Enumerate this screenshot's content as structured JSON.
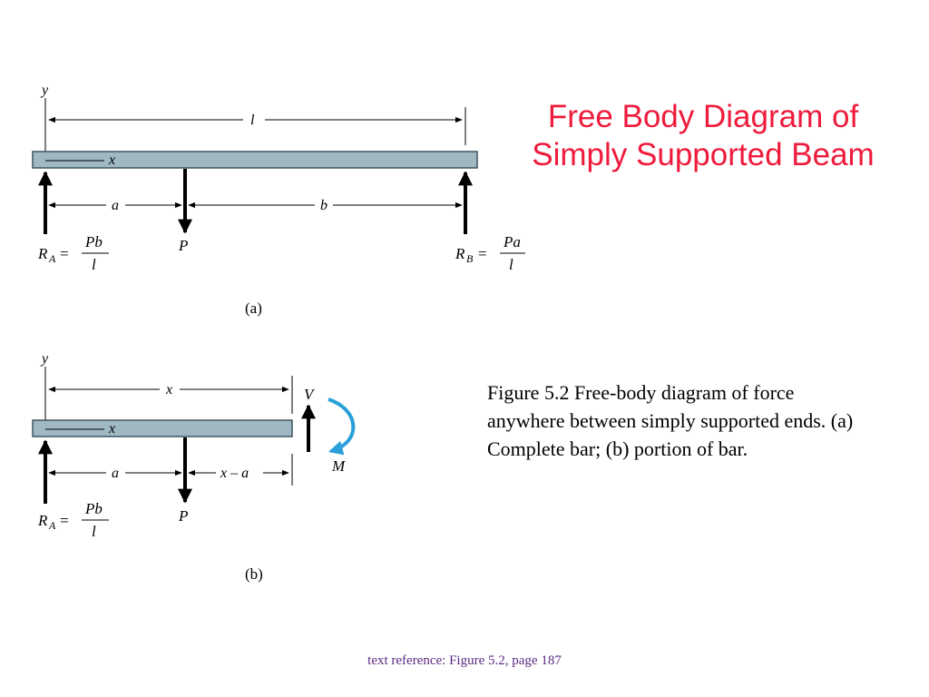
{
  "title": {
    "line1": "Free Body Diagram of",
    "line2": "Simply Supported Beam"
  },
  "caption": "Figure 5.2  Free-body diagram of force anywhere between simply supported ends. (a) Complete bar; (b) portion of bar.",
  "footer": "text reference:  Figure 5.2,  page 187",
  "colors": {
    "title": "#ee1b3c",
    "beam_fill": "#9fb8c2",
    "beam_stroke": "#3e5560",
    "moment_arrow": "#2a9fd8",
    "footer": "#5a2a82"
  },
  "diagram_a": {
    "label": "(a)",
    "y_axis": "y",
    "x_axis": "x",
    "length": "l",
    "dim_a": "a",
    "dim_b": "b",
    "load": "P",
    "ra_lhs": "R",
    "ra_sub": "A",
    "ra_eq": "=",
    "ra_num": "Pb",
    "ra_den": "l",
    "rb_lhs": "R",
    "rb_sub": "B",
    "rb_eq": "=",
    "rb_num": "Pa",
    "rb_den": "l"
  },
  "diagram_b": {
    "label": "(b)",
    "y_axis": "y",
    "x_axis": "x",
    "length": "x",
    "dim_a": "a",
    "dim_xa": "x – a",
    "load": "P",
    "shear": "V",
    "moment": "M",
    "ra_lhs": "R",
    "ra_sub": "A",
    "ra_eq": "=",
    "ra_num": "Pb",
    "ra_den": "l"
  }
}
